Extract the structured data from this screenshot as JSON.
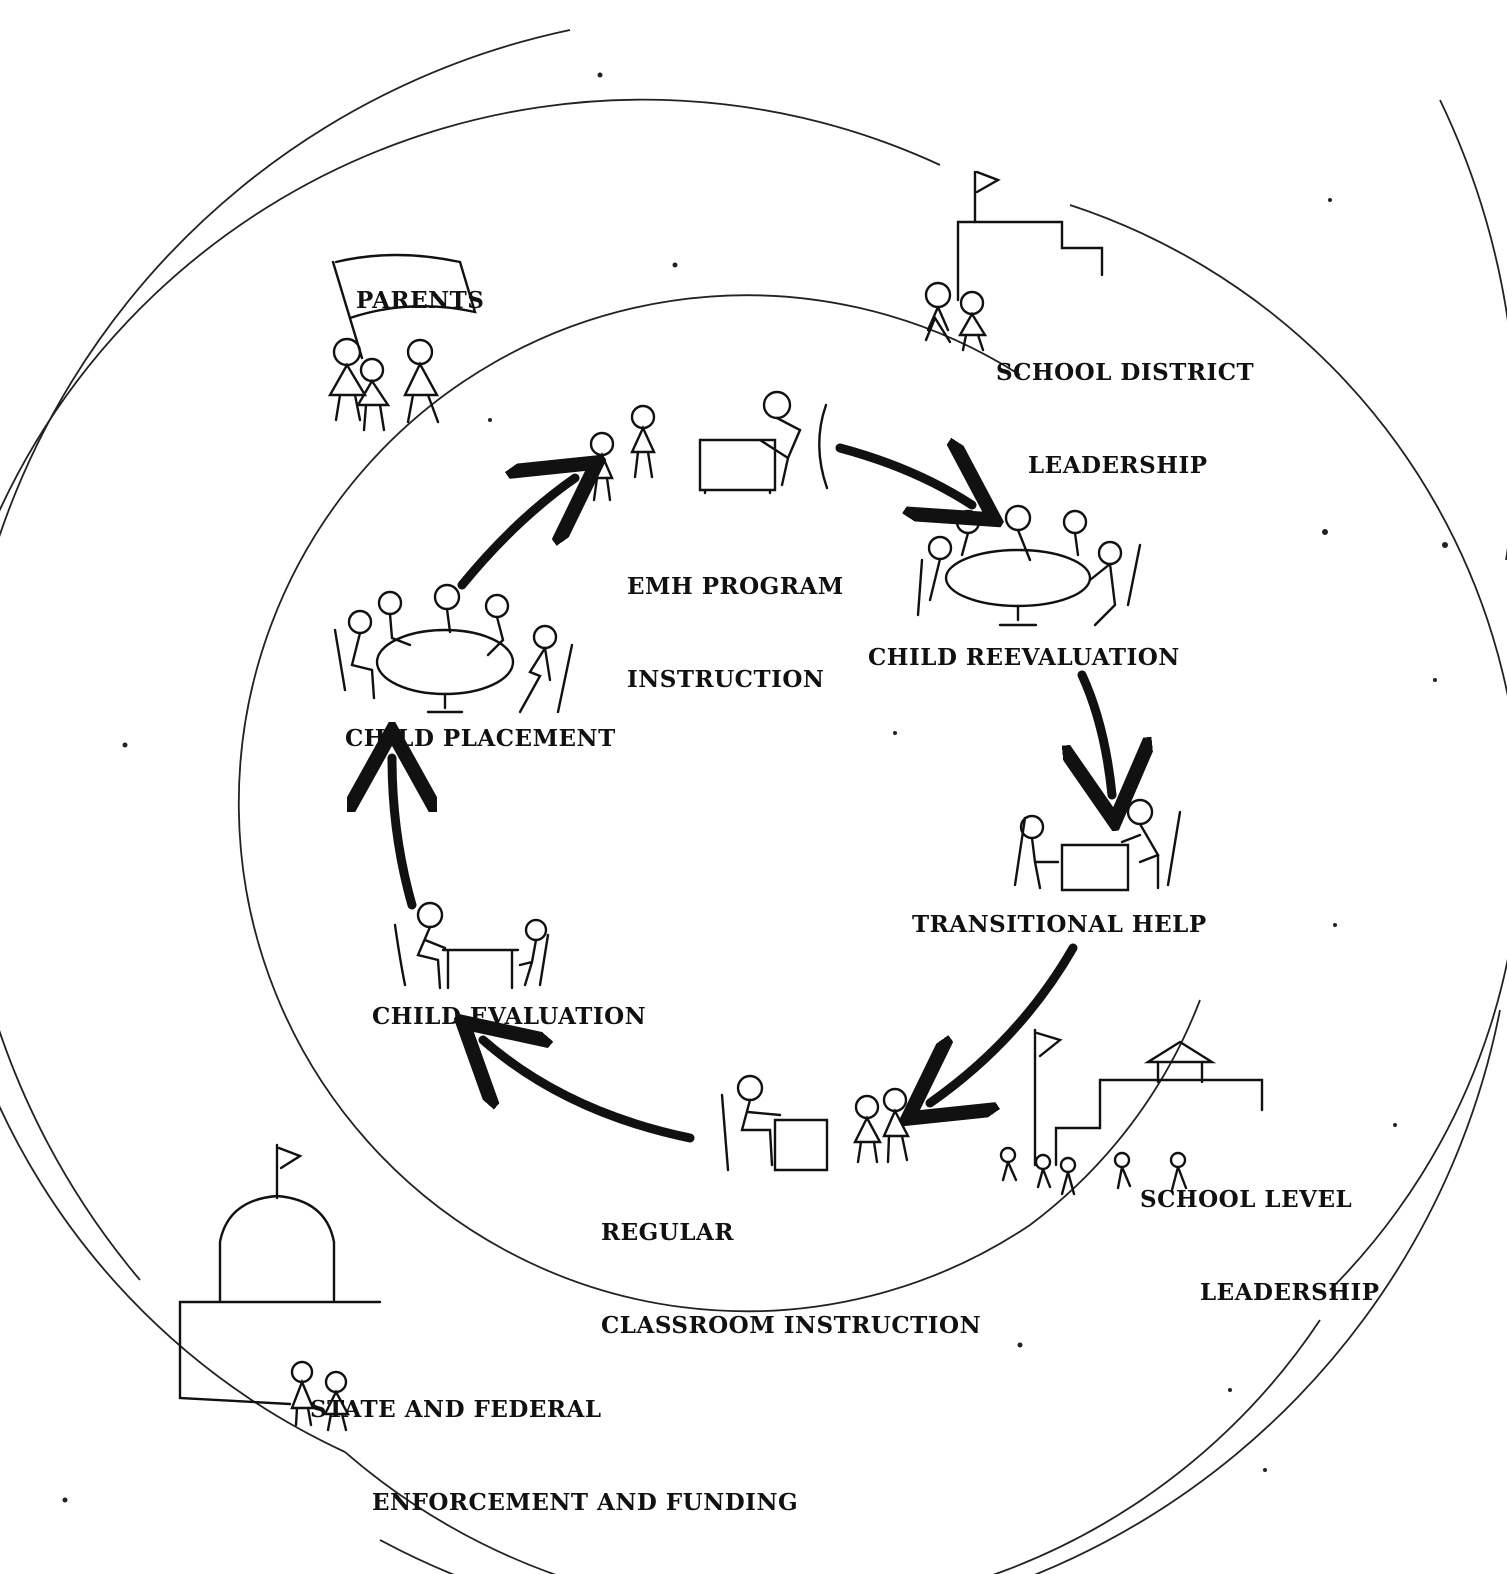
{
  "diagram": {
    "stages": {
      "emh_program": [
        "EMH PROGRAM",
        "INSTRUCTION"
      ],
      "child_reevaluation": [
        "CHILD REEVALUATION"
      ],
      "transitional_help": [
        "TRANSITIONAL HELP"
      ],
      "regular_classroom": [
        "REGULAR",
        "CLASSROOM INSTRUCTION"
      ],
      "child_evaluation": [
        "CHILD EVALUATION"
      ],
      "child_placement": [
        "CHILD PLACEMENT"
      ]
    },
    "context": {
      "parents": "PARENTS",
      "school_district": [
        "SCHOOL DISTRICT",
        "LEADERSHIP"
      ],
      "school_level": [
        "SCHOOL LEVEL",
        "LEADERSHIP"
      ],
      "state_federal": [
        "STATE AND FEDERAL",
        "ENFORCEMENT AND FUNDING"
      ]
    },
    "flow": [
      "emh_program",
      "child_reevaluation",
      "transitional_help",
      "regular_classroom",
      "child_evaluation",
      "child_placement"
    ]
  }
}
